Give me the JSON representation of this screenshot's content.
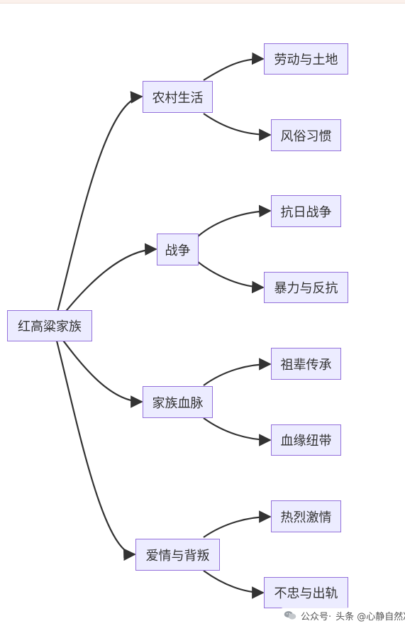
{
  "diagram": {
    "root": {
      "label": "红高粱家族"
    },
    "branches": [
      {
        "label": "农村生活",
        "children": [
          {
            "label": "劳动与土地"
          },
          {
            "label": "风俗习惯"
          }
        ]
      },
      {
        "label": "战争",
        "children": [
          {
            "label": "抗日战争"
          },
          {
            "label": "暴力与反抗"
          }
        ]
      },
      {
        "label": "家族血脉",
        "children": [
          {
            "label": "祖辈传承"
          },
          {
            "label": "血缘纽带"
          }
        ]
      },
      {
        "label": "爱情与背叛",
        "children": [
          {
            "label": "热烈激情"
          },
          {
            "label": "不忠与出轨"
          }
        ]
      }
    ]
  },
  "colors": {
    "node_fill": "#ececff",
    "node_border": "#9370db",
    "edge": "#333333",
    "text": "#333333"
  },
  "watermark": {
    "text": "头条 @心静自然凉",
    "prefix": "公众号·",
    "icon": "wechat-icon"
  }
}
